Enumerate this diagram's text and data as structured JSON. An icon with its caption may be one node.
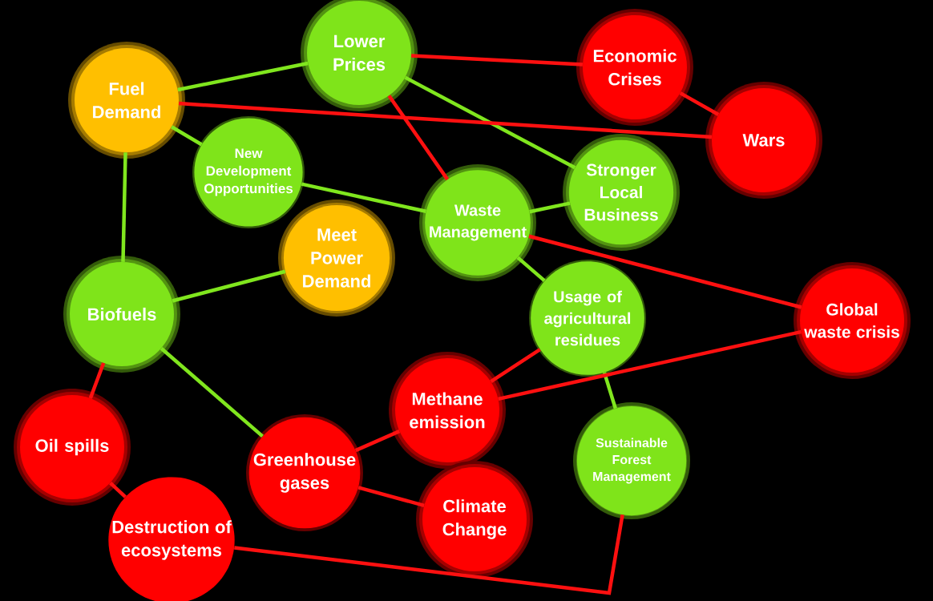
{
  "diagram": {
    "nodes": [
      {
        "text": [
          "Lower Prices"
        ]
      },
      {
        "text": [
          "Economic Crises"
        ]
      },
      {
        "text": [
          "Fuel Demand"
        ]
      },
      {
        "text": [
          "New Development Opportunities"
        ]
      },
      {
        "text": [
          "Wars"
        ]
      },
      {
        "text": [
          "Stronger Local Business"
        ]
      },
      {
        "text": [
          "Meet Power Demand"
        ]
      },
      {
        "text": [
          "Waste Management"
        ]
      },
      {
        "text": [
          "Biofuels"
        ]
      },
      {
        "text": [
          "Global waste crisis"
        ]
      },
      {
        "text": [
          "Usage of agricultural residues"
        ]
      },
      {
        "text": [
          "Methane emission"
        ]
      },
      {
        "text": [
          "Oil spills"
        ]
      },
      {
        "text": [
          "Sustainable Forest Management"
        ]
      },
      {
        "text": [
          "Greenhouse gases"
        ]
      },
      {
        "text": [
          "Climate Change"
        ]
      },
      {
        "text": [
          "Destruction of ecosystems"
        ]
      }
    ],
    "edges": [
      {
        "from": 2,
        "to": 0,
        "arrow": "none",
        "color": "#80e61e"
      },
      {
        "from": 0,
        "to": 1,
        "arrow": "none",
        "color": "#ff1010"
      },
      {
        "from": 1,
        "to": 4,
        "arrow": "none",
        "color": "#ff1010"
      },
      {
        "from": 0,
        "to": 5,
        "arrow": "none",
        "color": "#80e61e"
      },
      {
        "from": 0,
        "to": 7,
        "arrow": "none",
        "color": "#ff1010"
      },
      {
        "from": 2,
        "to": 4,
        "arrow": "none",
        "color": "#ff1010"
      },
      {
        "from": 2,
        "to": 3,
        "arrow": "none",
        "color": "#80e61e"
      },
      {
        "from": 3,
        "to": 7,
        "arrow": "none",
        "color": "#80e61e"
      },
      {
        "from": 2,
        "to": 8,
        "arrow": "none",
        "color": "#80e61e"
      },
      {
        "from": 8,
        "to": 6,
        "arrow": "none",
        "color": "#80e61e"
      },
      {
        "from": 7,
        "to": 5,
        "arrow": "none",
        "color": "#80e61e"
      },
      {
        "from": 7,
        "to": 9,
        "arrow": "none",
        "color": "#ff1010"
      },
      {
        "from": 7,
        "to": 10,
        "arrow": "none",
        "color": "#80e61e"
      },
      {
        "from": 10,
        "to": 13,
        "arrow": "none",
        "color": "#80e61e"
      },
      {
        "from": 10,
        "to": 11,
        "arrow": "none",
        "color": "#ff1010"
      },
      {
        "from": 11,
        "to": 9,
        "arrow": "none",
        "color": "#ff1010"
      },
      {
        "from": 8,
        "to": 14,
        "arrow": "none",
        "color": "#80e61e"
      },
      {
        "from": 8,
        "to": 12,
        "arrow": "none",
        "color": "#ff1010"
      },
      {
        "from": 12,
        "to": 16,
        "arrow": "none",
        "color": "#ff1010"
      },
      {
        "from": 14,
        "to": 11,
        "arrow": "none",
        "color": "#ff1010"
      },
      {
        "from": 14,
        "to": 15,
        "arrow": "none",
        "color": "#ff1010"
      },
      {
        "from": 16,
        "to": 13,
        "arrow": "none",
        "color": "#ff1010"
      }
    ]
  }
}
